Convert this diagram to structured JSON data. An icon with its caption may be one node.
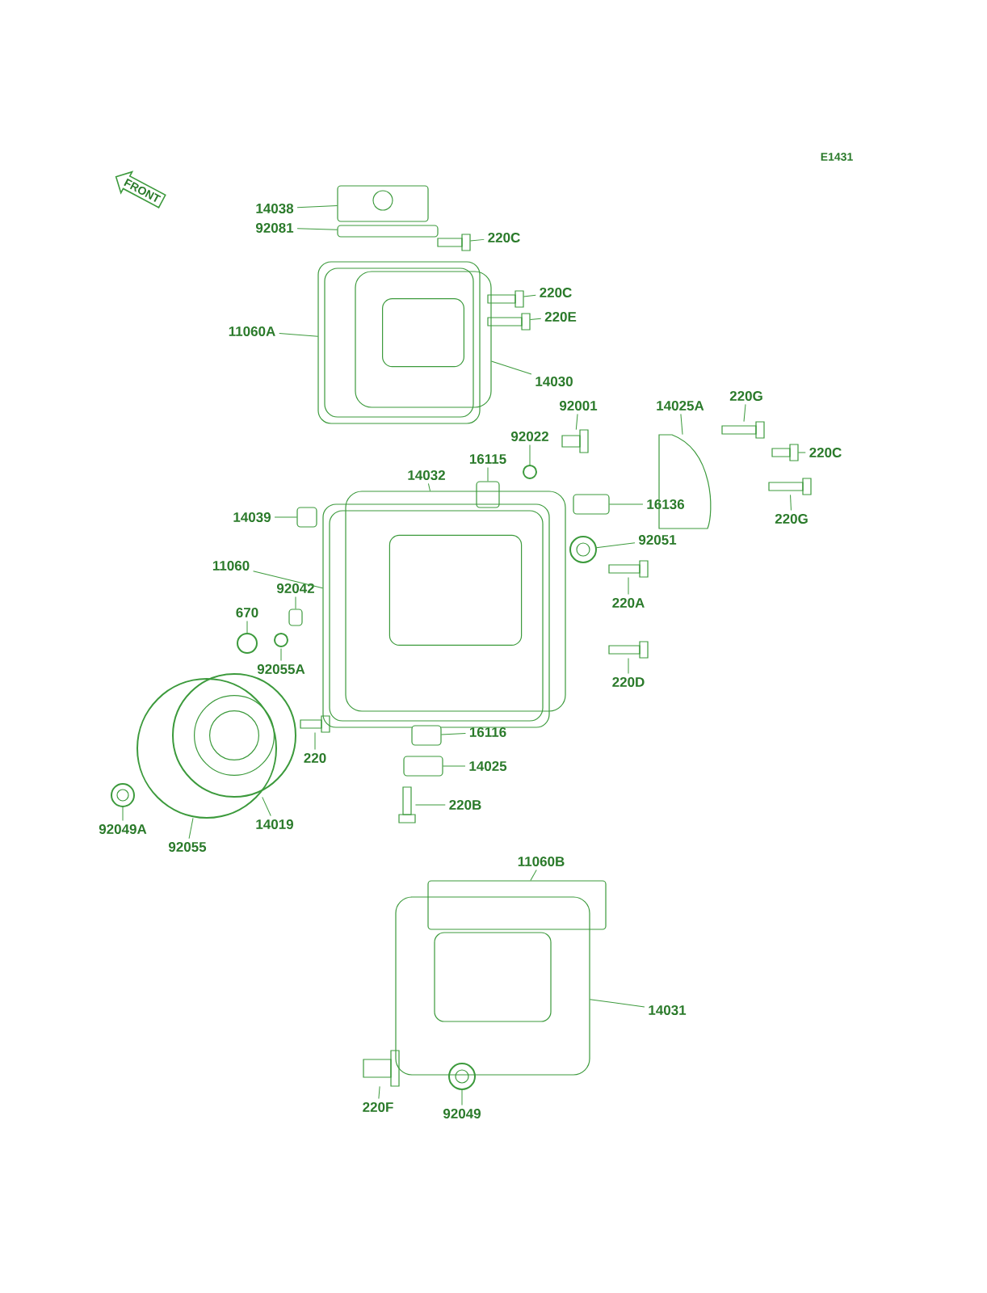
{
  "diagram": {
    "nodes": [
      {
        "text": [
          "FRONT"
        ]
      },
      {
        "text": [
          "14038"
        ]
      },
      {
        "text": [
          "92081"
        ]
      },
      {
        "text": [
          "220C"
        ]
      },
      {
        "text": [
          "220C"
        ]
      },
      {
        "text": [
          "220E"
        ]
      },
      {
        "text": [
          "11060A"
        ]
      },
      {
        "text": [
          "14030"
        ]
      },
      {
        "text": [
          "92001"
        ]
      },
      {
        "text": [
          "92022"
        ]
      },
      {
        "text": [
          "14025A"
        ]
      },
      {
        "text": [
          "220G"
        ]
      },
      {
        "text": [
          "220C"
        ]
      },
      {
        "text": [
          "220G"
        ]
      },
      {
        "text": [
          "16115"
        ]
      },
      {
        "text": [
          "14032"
        ]
      },
      {
        "text": [
          "16136"
        ]
      },
      {
        "text": [
          "14039"
        ]
      },
      {
        "text": [
          "92051"
        ]
      },
      {
        "text": [
          "11060"
        ]
      },
      {
        "text": [
          "92042"
        ]
      },
      {
        "text": [
          "220A"
        ]
      },
      {
        "text": [
          "670"
        ]
      },
      {
        "text": [
          "92055A"
        ]
      },
      {
        "text": [
          "220D"
        ]
      },
      {
        "text": [
          "220"
        ]
      },
      {
        "text": [
          "16116"
        ]
      },
      {
        "text": [
          "14025"
        ]
      },
      {
        "text": [
          "14019"
        ]
      },
      {
        "text": [
          "92049A"
        ]
      },
      {
        "text": [
          "92055"
        ]
      },
      {
        "text": [
          "220B"
        ]
      },
      {
        "text": [
          "11060B"
        ]
      },
      {
        "text": [
          "14031"
        ]
      },
      {
        "text": [
          "220F"
        ]
      },
      {
        "text": [
          "92049"
        ]
      },
      {
        "text": [],
        "shape": "picture"
      },
      {
        "text": [],
        "shape": "box"
      },
      {
        "text": [],
        "shape": "picture"
      },
      {
        "text": [],
        "shape": "picture"
      },
      {
        "text": [],
        "shape": "picture"
      },
      {
        "text": [],
        "shape": "picture"
      },
      {
        "text": [],
        "shape": "picture"
      },
      {
        "text": [],
        "shape": "picture"
      },
      {
        "text": [],
        "shape": "circle"
      },
      {
        "text": [],
        "shape": "picture"
      },
      {
        "text": [],
        "shape": "picture"
      },
      {
        "text": [],
        "shape": "picture"
      },
      {
        "text": [],
        "shape": "picture"
      },
      {
        "text": [],
        "shape": "box"
      },
      {
        "text": [],
        "shape": "picture"
      },
      {
        "text": [],
        "shape": "box"
      },
      {
        "text": [],
        "shape": "box"
      },
      {
        "text": [],
        "shape": "picture"
      },
      {
        "text": [],
        "shape": "picture"
      },
      {
        "text": [],
        "shape": "box"
      },
      {
        "text": [],
        "shape": "picture"
      },
      {
        "text": [],
        "shape": "circle"
      },
      {
        "text": [],
        "shape": "circle"
      },
      {
        "text": [],
        "shape": "picture"
      },
      {
        "text": [],
        "shape": "picture"
      },
      {
        "text": [],
        "shape": "box"
      },
      {
        "text": [],
        "shape": "box"
      },
      {
        "text": [],
        "shape": "picture"
      },
      {
        "text": [],
        "shape": "picture"
      },
      {
        "text": [],
        "shape": "circle"
      },
      {
        "text": [],
        "shape": "picture"
      },
      {
        "text": [],
        "shape": "box"
      },
      {
        "text": [],
        "shape": "picture"
      },
      {
        "text": [],
        "shape": "picture"
      },
      {
        "text": [],
        "shape": "picture"
      }
    ],
    "edges": [
      {
        "from": 1,
        "to": 36,
        "arrow": "none"
      },
      {
        "from": 2,
        "to": 37,
        "arrow": "none"
      },
      {
        "from": 3,
        "to": 38,
        "arrow": "none"
      },
      {
        "from": 4,
        "to": 39,
        "arrow": "none"
      },
      {
        "from": 5,
        "to": 40,
        "arrow": "none"
      },
      {
        "from": 6,
        "to": 41,
        "arrow": "none"
      },
      {
        "from": 7,
        "to": 42,
        "arrow": "none"
      },
      {
        "from": 8,
        "to": 43,
        "arrow": "none"
      },
      {
        "from": 9,
        "to": 44,
        "arrow": "none"
      },
      {
        "from": 10,
        "to": 45,
        "arrow": "none"
      },
      {
        "from": 11,
        "to": 46,
        "arrow": "none"
      },
      {
        "from": 12,
        "to": 47,
        "arrow": "none"
      },
      {
        "from": 13,
        "to": 48,
        "arrow": "none"
      },
      {
        "from": 14,
        "to": 49,
        "arrow": "none"
      },
      {
        "from": 15,
        "to": 50,
        "arrow": "none"
      },
      {
        "from": 16,
        "to": 51,
        "arrow": "none"
      },
      {
        "from": 17,
        "to": 52,
        "arrow": "none"
      },
      {
        "from": 18,
        "to": 53,
        "arrow": "none"
      },
      {
        "from": 19,
        "to": 54,
        "arrow": "none"
      },
      {
        "from": 20,
        "to": 55,
        "arrow": "none"
      },
      {
        "from": 21,
        "to": 56,
        "arrow": "none"
      },
      {
        "from": 22,
        "to": 57,
        "arrow": "none"
      },
      {
        "from": 23,
        "to": 58,
        "arrow": "none"
      },
      {
        "from": 24,
        "to": 59,
        "arrow": "none"
      },
      {
        "from": 25,
        "to": 60,
        "arrow": "none"
      },
      {
        "from": 26,
        "to": 61,
        "arrow": "none"
      },
      {
        "from": 27,
        "to": 62,
        "arrow": "none"
      },
      {
        "from": 28,
        "to": 63,
        "arrow": "none"
      },
      {
        "from": 29,
        "to": 64,
        "arrow": "none"
      },
      {
        "from": 30,
        "to": 65,
        "arrow": "none"
      },
      {
        "from": 31,
        "to": 66,
        "arrow": "none"
      },
      {
        "from": 32,
        "to": 67,
        "arrow": "none"
      },
      {
        "from": 33,
        "to": 68,
        "arrow": "none"
      },
      {
        "from": 34,
        "to": 69,
        "arrow": "none"
      },
      {
        "from": 35,
        "to": 70,
        "arrow": "none"
      }
    ],
    "labels": [
      "E1431"
    ]
  }
}
